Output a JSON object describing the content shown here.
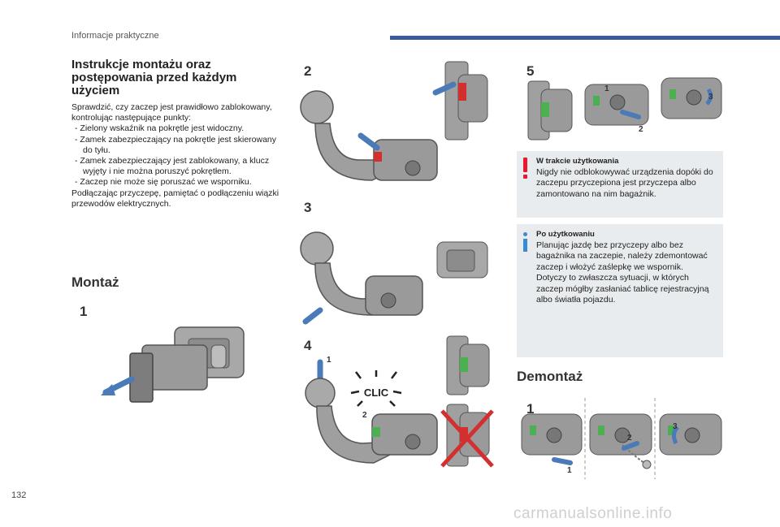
{
  "header": {
    "section_label": "Informacje praktyczne"
  },
  "instructions": {
    "title": "Instrukcje montażu oraz postępowania przed każdym użyciem",
    "intro": "Sprawdzić, czy zaczep jest prawidłowo zablokowany, kontrolując następujące punkty:",
    "points": [
      "-  Zielony wskaźnik na pokrętle jest widoczny.",
      "-  Zamek zabezpieczający na pokrętle jest skierowany do tyłu.",
      "-  Zamek zabezpieczający jest zablokowany, a klucz wyjęty i nie można poruszyć pokrętłem.",
      "-  Zaczep nie może się poruszać we wsporniku."
    ],
    "outro": "Podłączając przyczepę, pamiętać o podłączeniu wiązki przewodów elektrycznych."
  },
  "montaz": {
    "title": "Montaż",
    "steps": [
      "1",
      "2",
      "3",
      "4"
    ],
    "step4_callouts": [
      "1",
      "2"
    ],
    "clic": "CLIC"
  },
  "step5": {
    "num": "5",
    "callouts": [
      "1",
      "2",
      "3"
    ]
  },
  "warning": {
    "icon": "warning-icon",
    "title": "W trakcie użytkowania",
    "text": "Nigdy nie odblokowywać urządzenia dopóki do zaczepu przyczepiona jest przyczepa albo zamontowano na nim bagażnik."
  },
  "info": {
    "icon": "info-icon",
    "title": "Po użytkowaniu",
    "text": "Planując jazdę bez przyczepy albo bez bagażnika na zaczepie, należy zdemontować zaczep i włożyć zaślepkę we wspornik. Dotyczy to zwłaszcza sytuacji, w których zaczep mógłby zasłaniać tablicę rejestracyjną albo światła pojazdu."
  },
  "demontaz": {
    "title": "Demontaż",
    "step": "1",
    "callouts": [
      "1",
      "2",
      "3"
    ]
  },
  "page_number": "132",
  "watermark": "carmanualsonline.info",
  "colors": {
    "accent": "#3a5a9a",
    "warning": "#e8192c",
    "info": "#3a8ad0",
    "arrow": "#4a7ab8",
    "green": "#4caf50",
    "red": "#d32f2f",
    "metal": "#9a9a9a"
  }
}
